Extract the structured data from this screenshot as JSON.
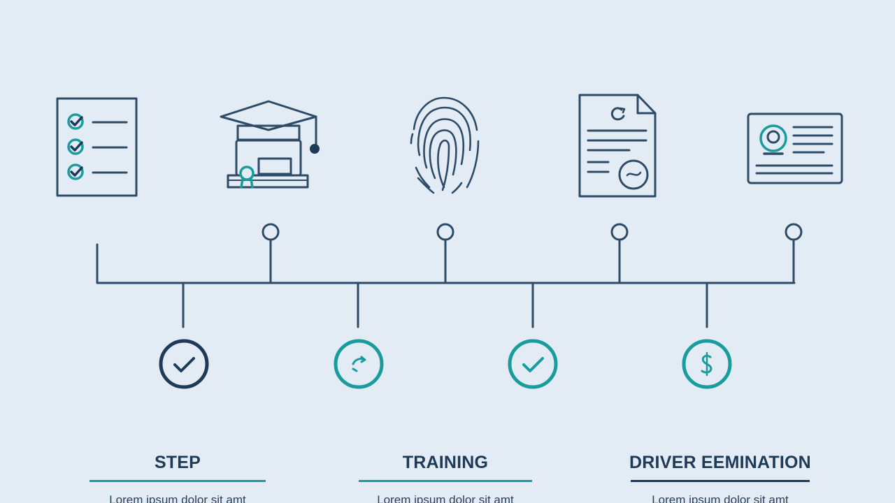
{
  "colors": {
    "background": "#e3ebf5",
    "navy": "#1f3a56",
    "teal": "#1a9c9c",
    "line": "#2d4a66"
  },
  "icons": [
    {
      "name": "checklist-icon"
    },
    {
      "name": "graduation-cap-icon"
    },
    {
      "name": "fingerprint-icon"
    },
    {
      "name": "document-seal-icon"
    },
    {
      "name": "id-card-icon"
    }
  ],
  "markers": [
    {
      "name": "check-circle-icon",
      "style": "navy"
    },
    {
      "name": "arrows-circle-icon",
      "style": "teal"
    },
    {
      "name": "check-circle-icon",
      "style": "teal"
    },
    {
      "name": "dollar-circle-icon",
      "style": "teal"
    }
  ],
  "steps": [
    {
      "title": "STEP",
      "desc": "Lorem ipsum dolor sit amt",
      "rule_color": "#1a9c9c"
    },
    {
      "title": "TRAINING",
      "desc": "Lorem ipsum dolor sit amt",
      "rule_color": "#1a9c9c"
    },
    {
      "title": "DRIVER EEMINATION",
      "desc": "Lorem ipsum dolor sit amt",
      "rule_color": "#1f3a56"
    }
  ]
}
